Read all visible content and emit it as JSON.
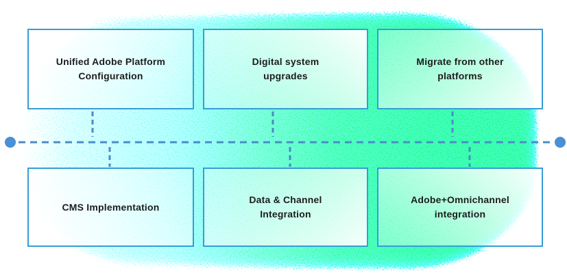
{
  "diagram": {
    "cards": [
      {
        "id": "unified-adobe-platform-configuration",
        "label": "Unified Adobe Platform\nConfiguration"
      },
      {
        "id": "digital-system-upgrades",
        "label": "Digital system\nupgrades"
      },
      {
        "id": "migrate-from-other-platforms",
        "label": "Migrate from other\nplatforms"
      },
      {
        "id": "cms-implementation",
        "label": "CMS Implementation"
      },
      {
        "id": "data-channel-integration",
        "label": "Data & Channel\nIntegration"
      },
      {
        "id": "adobe-omnichannel-integration",
        "label": "Adobe+Omnichannel\nintegration"
      }
    ],
    "theme": {
      "background": "#ffffff",
      "card_border": "#359dd6",
      "card_text": "#1c1c1c",
      "connector": "#4a8cc6",
      "endpoint_dot": "#4a90d2",
      "blob_left": "#a6e1ee",
      "blob_teal": "#86ddd2",
      "blob_green": "#2ed189"
    }
  }
}
